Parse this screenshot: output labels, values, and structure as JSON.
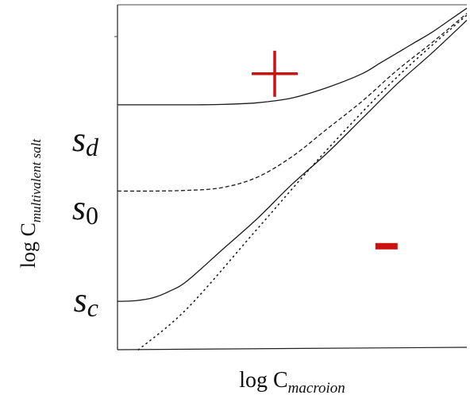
{
  "chart_data": {
    "type": "line",
    "title": "",
    "xlabel": {
      "main": "log C",
      "sub": "macroion"
    },
    "ylabel": {
      "main": "log C",
      "sub": "multivalent salt"
    },
    "xlim": [
      0,
      1
    ],
    "ylim": [
      0,
      1
    ],
    "grid": false,
    "legend": "none",
    "y_markers": [
      {
        "main": "s",
        "sub": "d",
        "value": 0.71
      },
      {
        "main": "s",
        "sub": "0",
        "value": 0.46
      },
      {
        "main": "s",
        "sub": "c",
        "value": 0.14
      }
    ],
    "annotations": [
      {
        "symbol": "plus",
        "x": 0.45,
        "y": 0.8,
        "color": "#cc1111"
      },
      {
        "symbol": "minus",
        "x": 0.77,
        "y": 0.3,
        "color": "#cc1111"
      }
    ],
    "series": [
      {
        "style": "solid",
        "x": [
          0.0,
          0.1,
          0.2,
          0.3,
          0.4,
          0.5,
          0.6,
          0.7,
          0.75,
          0.8,
          0.85,
          0.9,
          0.95,
          1.0
        ],
        "y": [
          0.71,
          0.71,
          0.71,
          0.711,
          0.716,
          0.73,
          0.76,
          0.8,
          0.83,
          0.86,
          0.89,
          0.92,
          0.955,
          0.99
        ]
      },
      {
        "style": "dashed",
        "x": [
          0.0,
          0.1,
          0.2,
          0.3,
          0.4,
          0.5,
          0.6,
          0.7,
          0.8,
          0.9,
          1.0
        ],
        "y": [
          0.46,
          0.46,
          0.462,
          0.47,
          0.5,
          0.56,
          0.64,
          0.72,
          0.81,
          0.89,
          0.975
        ]
      },
      {
        "style": "dotted",
        "x": [
          0.06,
          0.2,
          0.4,
          0.6,
          0.8,
          1.0
        ],
        "y": [
          0.0,
          0.12,
          0.35,
          0.58,
          0.79,
          0.97
        ]
      },
      {
        "style": "solid",
        "x": [
          0.0,
          0.05,
          0.1,
          0.15,
          0.2,
          0.3,
          0.4,
          0.5,
          0.6,
          0.7,
          0.8,
          0.9,
          1.0
        ],
        "y": [
          0.14,
          0.142,
          0.15,
          0.17,
          0.2,
          0.29,
          0.38,
          0.48,
          0.57,
          0.67,
          0.77,
          0.86,
          0.955
        ]
      }
    ]
  }
}
